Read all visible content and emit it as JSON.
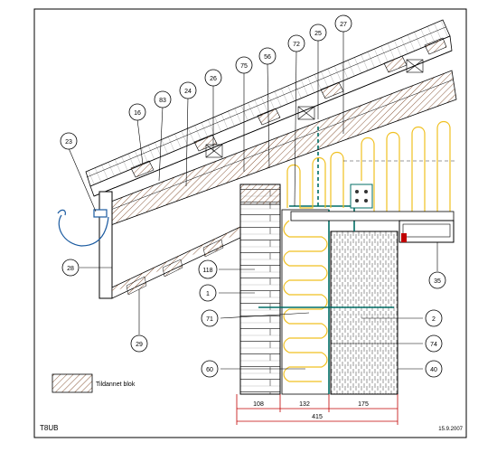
{
  "callouts": {
    "c16": "16",
    "c83": "83",
    "c24": "24",
    "c26": "26",
    "c75": "75",
    "c56": "56",
    "c72": "72",
    "c25": "25",
    "c27": "27",
    "c23": "23",
    "c28": "28",
    "c118": "118",
    "c1": "1",
    "c71": "71",
    "c29": "29",
    "c60": "60",
    "c2": "2",
    "c74": "74",
    "c40": "40",
    "c35": "35"
  },
  "dimensions": {
    "d1": "108",
    "d2": "132",
    "d3": "175",
    "total": "415"
  },
  "legend": {
    "label": "Tildannet blok"
  },
  "footer": {
    "left": "T8UB",
    "date": "15.9.2007"
  },
  "colors": {
    "line": "#000000",
    "insulation": "#f0c020",
    "membrane": "#006e66",
    "dimension": "#c00000",
    "gutter": "#1a5aa0",
    "timber": "#8a5a3c"
  }
}
